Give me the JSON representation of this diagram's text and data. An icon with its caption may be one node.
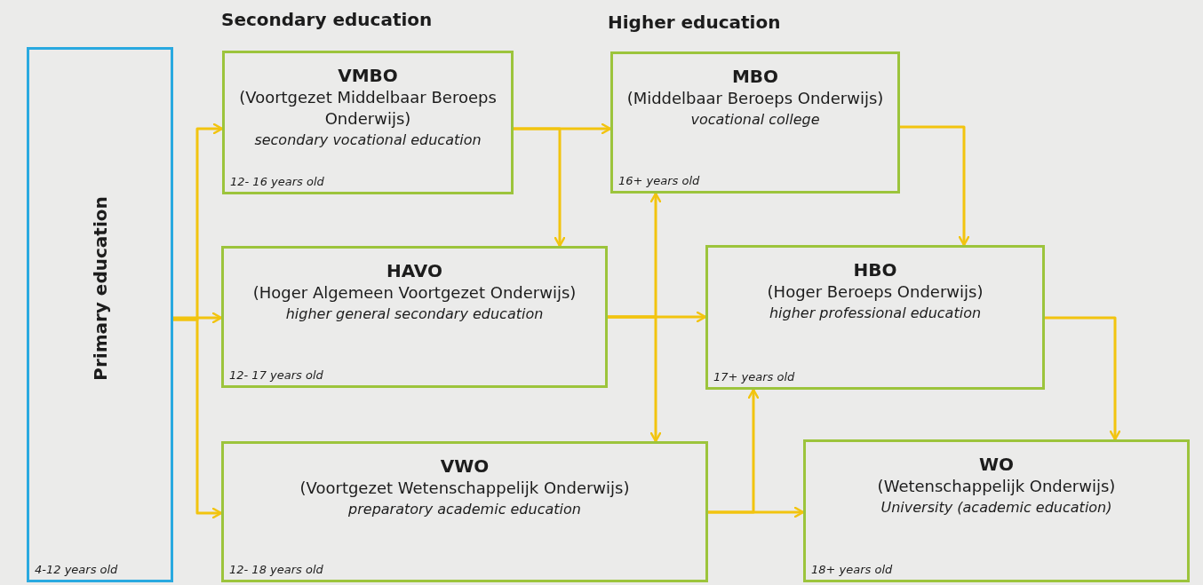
{
  "diagram": {
    "nodes": [
      {
        "text": [
          "Primary education",
          "4-12 years old"
        ]
      },
      {
        "text": [
          "VMBO",
          "(Voortgezet Middelbaar Beroeps Onderwijs)",
          "secondary vocational education",
          "12- 16 years old"
        ]
      },
      {
        "text": [
          "MBO",
          "(Middelbaar Beroeps Onderwijs)",
          "vocational college",
          "16+ years old"
        ]
      },
      {
        "text": [
          "HAVO",
          "(Hoger Algemeen Voortgezet Onderwijs)",
          "higher general secondary education",
          "12- 17 years old"
        ]
      },
      {
        "text": [
          "HBO",
          "(Hoger Beroeps Onderwijs)",
          "higher professional education",
          "17+ years old"
        ]
      },
      {
        "text": [
          "VWO",
          "(Voortgezet Wetenschappelijk Onderwijs)",
          "preparatory academic education",
          "12- 18 years old"
        ]
      },
      {
        "text": [
          "WO",
          "(Wetenschappelijk Onderwijs)",
          "University (academic education)",
          "18+ years old"
        ]
      }
    ],
    "edges": [
      {
        "from": 0,
        "to": 1,
        "arrow": "to"
      },
      {
        "from": 0,
        "to": 3,
        "arrow": "to"
      },
      {
        "from": 0,
        "to": 5,
        "arrow": "to"
      },
      {
        "from": 1,
        "to": 2,
        "arrow": "to"
      },
      {
        "from": 1,
        "to": 3,
        "arrow": "to"
      },
      {
        "from": 3,
        "to": 2,
        "arrow": "to"
      },
      {
        "from": 3,
        "to": 4,
        "arrow": "to"
      },
      {
        "from": 3,
        "to": 5,
        "arrow": "to"
      },
      {
        "from": 5,
        "to": 4,
        "arrow": "to"
      },
      {
        "from": 5,
        "to": 6,
        "arrow": "to"
      },
      {
        "from": 2,
        "to": 4,
        "arrow": "to"
      },
      {
        "from": 4,
        "to": 6,
        "arrow": "to"
      }
    ],
    "labels": [
      "Secondary education",
      "Higher education"
    ]
  }
}
